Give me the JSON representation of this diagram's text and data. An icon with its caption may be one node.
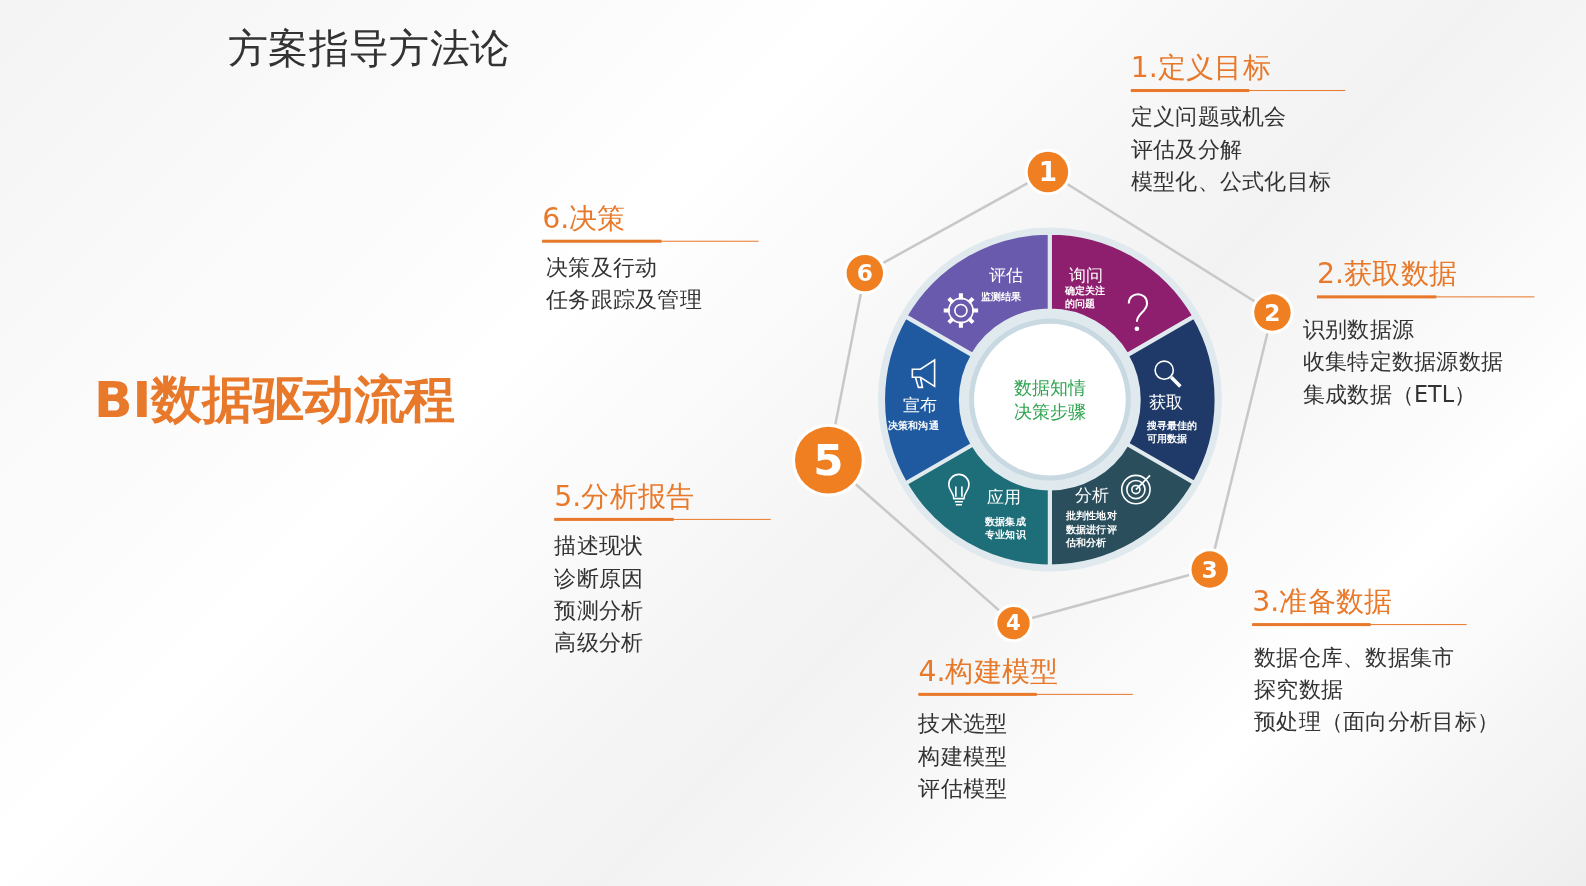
{
  "diagram": {
    "title": "方案指导方法论",
    "nodes": [
      {
        "text": [
          "1"
        ],
        "beside": [
          "1.定义目标",
          "定义问题或机会",
          "评估及分解",
          "模型化、公式化目标"
        ]
      },
      {
        "text": [
          "2"
        ],
        "beside": [
          "2.获取数据",
          "识别数据源",
          "收集特定数据源数据",
          "集成数据（ETL）"
        ]
      },
      {
        "text": [
          "3"
        ],
        "beside": [
          "3.准备数据",
          "数据仓库、数据集市",
          "探究数据",
          "预处理（面向分析目标）"
        ]
      },
      {
        "text": [
          "4"
        ],
        "beside": [
          "4.构建模型",
          "技术选型",
          "构建模型",
          "评估模型"
        ]
      },
      {
        "text": [
          "5"
        ],
        "beside": [
          "5.分析报告",
          "描述现状",
          "诊断原因",
          "预测分析",
          "高级分析"
        ]
      },
      {
        "text": [
          "6"
        ],
        "beside": [
          "6.决策",
          "决策及行动",
          "任务跟踪及管理"
        ]
      },
      {
        "text": [
          "评估",
          "监测结果"
        ]
      },
      {
        "text": [
          "询问",
          "确定关注的问题"
        ]
      },
      {
        "text": [
          "获取",
          "搜寻最佳的可用数据"
        ]
      },
      {
        "text": [
          "分析",
          "批判性地对数据进行评估和分析"
        ]
      },
      {
        "text": [
          "应用",
          "数据集成专业知识"
        ]
      },
      {
        "text": [
          "宣布",
          "决策和沟通"
        ]
      },
      {
        "text": [
          "数据知情决策步骤"
        ]
      }
    ],
    "edges": [
      {
        "from": 0,
        "to": 1,
        "arrow": "none"
      },
      {
        "from": 1,
        "to": 2,
        "arrow": "none"
      },
      {
        "from": 2,
        "to": 3,
        "arrow": "none"
      },
      {
        "from": 3,
        "to": 4,
        "arrow": "none"
      },
      {
        "from": 4,
        "to": 5,
        "arrow": "none"
      },
      {
        "from": 5,
        "to": 0,
        "arrow": "none"
      }
    ],
    "labels": [
      "BI数据驱动流程"
    ]
  }
}
